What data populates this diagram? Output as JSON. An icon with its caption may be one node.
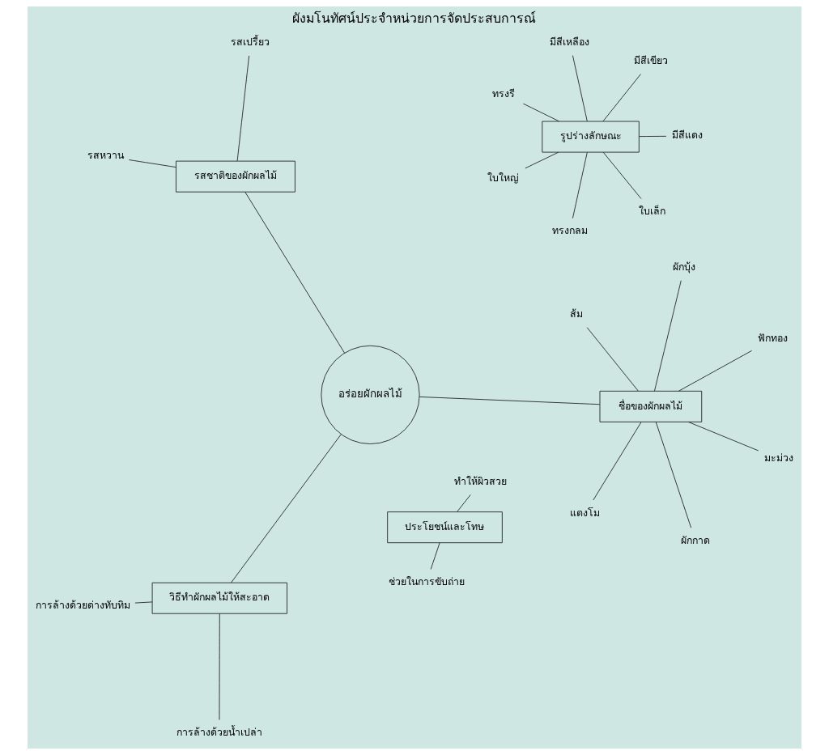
{
  "diagram": {
    "title": "ผังมโนทัศน์ประจำหน่วยการจัดประสบการณ์",
    "nodes": [
      {
        "text": [
          "อร่อยผักผลไม้"
        ]
      },
      {
        "text": [
          "ชื่อของผักผลไม้"
        ]
      },
      {
        "text": [
          "ผักกาด"
        ]
      },
      {
        "text": [
          "ผักบุ้ง"
        ]
      },
      {
        "text": [
          "ฟักทอง"
        ]
      },
      {
        "text": [
          "ส้ม"
        ]
      },
      {
        "text": [
          "แตงโม"
        ]
      },
      {
        "text": [
          "มะม่วง"
        ]
      },
      {
        "text": [
          "ประโยชน์และโทษ"
        ]
      },
      {
        "text": [
          "ทำให้ผิวสวย"
        ]
      },
      {
        "text": [
          "ช่วยในการขับถ่าย"
        ]
      },
      {
        "text": [
          "รูปร่างลักษณะ"
        ]
      },
      {
        "text": [
          "มีสีแดง"
        ]
      },
      {
        "text": [
          "ทรงกลม"
        ]
      },
      {
        "text": [
          "ทรงรี"
        ]
      },
      {
        "text": [
          "มีสีเขียว"
        ]
      },
      {
        "text": [
          "มีสีเหลือง"
        ]
      },
      {
        "text": [
          "ใบใหญ่"
        ]
      },
      {
        "text": [
          "ใบเล็ก"
        ]
      },
      {
        "text": [
          "วิธีทำผักผลไม้ให้สะอาด"
        ]
      },
      {
        "text": [
          "การล้างด้วยน้ำเปล่า"
        ]
      },
      {
        "text": [
          "การล้างด้วยด่างทับทิม"
        ]
      },
      {
        "text": [
          "รสชาติของผักผลไม้"
        ]
      },
      {
        "text": [
          "รสเปรี้ยว"
        ]
      },
      {
        "text": [
          "รสหวาน"
        ]
      }
    ],
    "edges": [
      {
        "from": 2,
        "to": 1,
        "arrow": "none"
      },
      {
        "from": 3,
        "to": 1,
        "arrow": "none"
      },
      {
        "from": 4,
        "to": 1,
        "arrow": "none"
      },
      {
        "from": 1,
        "to": 5,
        "arrow": "none"
      },
      {
        "from": 1,
        "to": 6,
        "arrow": "none"
      },
      {
        "from": 1,
        "to": 7,
        "arrow": "none"
      },
      {
        "from": 1,
        "to": 0,
        "arrow": "none"
      },
      {
        "from": 9,
        "to": 8,
        "arrow": "none"
      },
      {
        "from": 10,
        "to": 8,
        "arrow": "none"
      },
      {
        "from": 12,
        "to": 11,
        "arrow": "none"
      },
      {
        "from": 13,
        "to": 11,
        "arrow": "none"
      },
      {
        "from": 14,
        "to": 11,
        "arrow": "none"
      },
      {
        "from": 11,
        "to": 15,
        "arrow": "none"
      },
      {
        "from": 11,
        "to": 16,
        "arrow": "none"
      },
      {
        "from": 11,
        "to": 17,
        "arrow": "none"
      },
      {
        "from": 11,
        "to": 18,
        "arrow": "none"
      },
      {
        "from": 0,
        "to": 19,
        "arrow": "none"
      },
      {
        "from": 20,
        "to": 19,
        "arrow": "none"
      },
      {
        "from": 19,
        "to": 21,
        "arrow": "none"
      },
      {
        "from": 0,
        "to": 22,
        "arrow": "none"
      },
      {
        "from": 23,
        "to": 22,
        "arrow": "none"
      },
      {
        "from": 22,
        "to": 24,
        "arrow": "none"
      }
    ]
  }
}
